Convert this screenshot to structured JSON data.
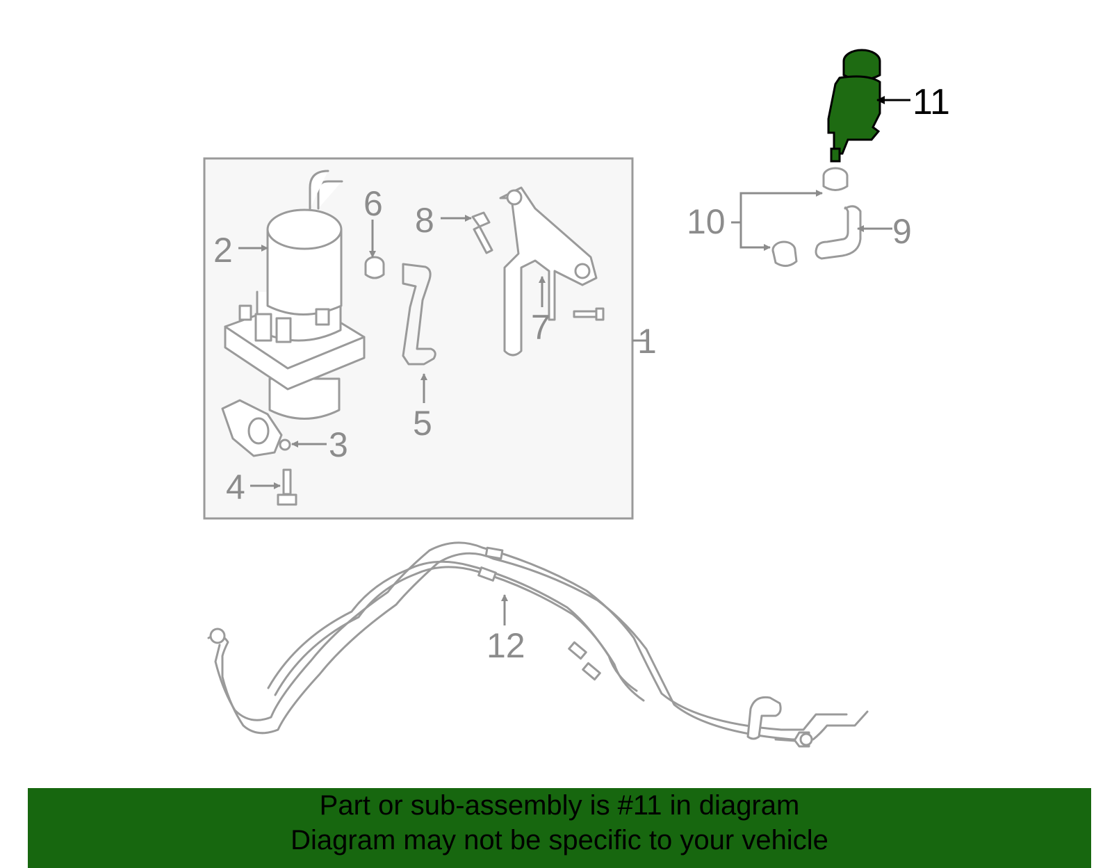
{
  "diagram": {
    "labels": [
      {
        "id": "1",
        "text": "1"
      },
      {
        "id": "2",
        "text": "2"
      },
      {
        "id": "3",
        "text": "3"
      },
      {
        "id": "4",
        "text": "4"
      },
      {
        "id": "5",
        "text": "5"
      },
      {
        "id": "6",
        "text": "6"
      },
      {
        "id": "7",
        "text": "7"
      },
      {
        "id": "8",
        "text": "8"
      },
      {
        "id": "9",
        "text": "9"
      },
      {
        "id": "10",
        "text": "10"
      },
      {
        "id": "11",
        "text": "11"
      },
      {
        "id": "12",
        "text": "12"
      }
    ],
    "highlighted_part": "11",
    "highlight_color": "#1e6b12",
    "line_color": "#9a9a9a"
  },
  "banner": {
    "line1": "Part or sub-assembly is #11 in diagram",
    "line2": "Diagram may not be specific to your vehicle",
    "background": "#17670f"
  }
}
